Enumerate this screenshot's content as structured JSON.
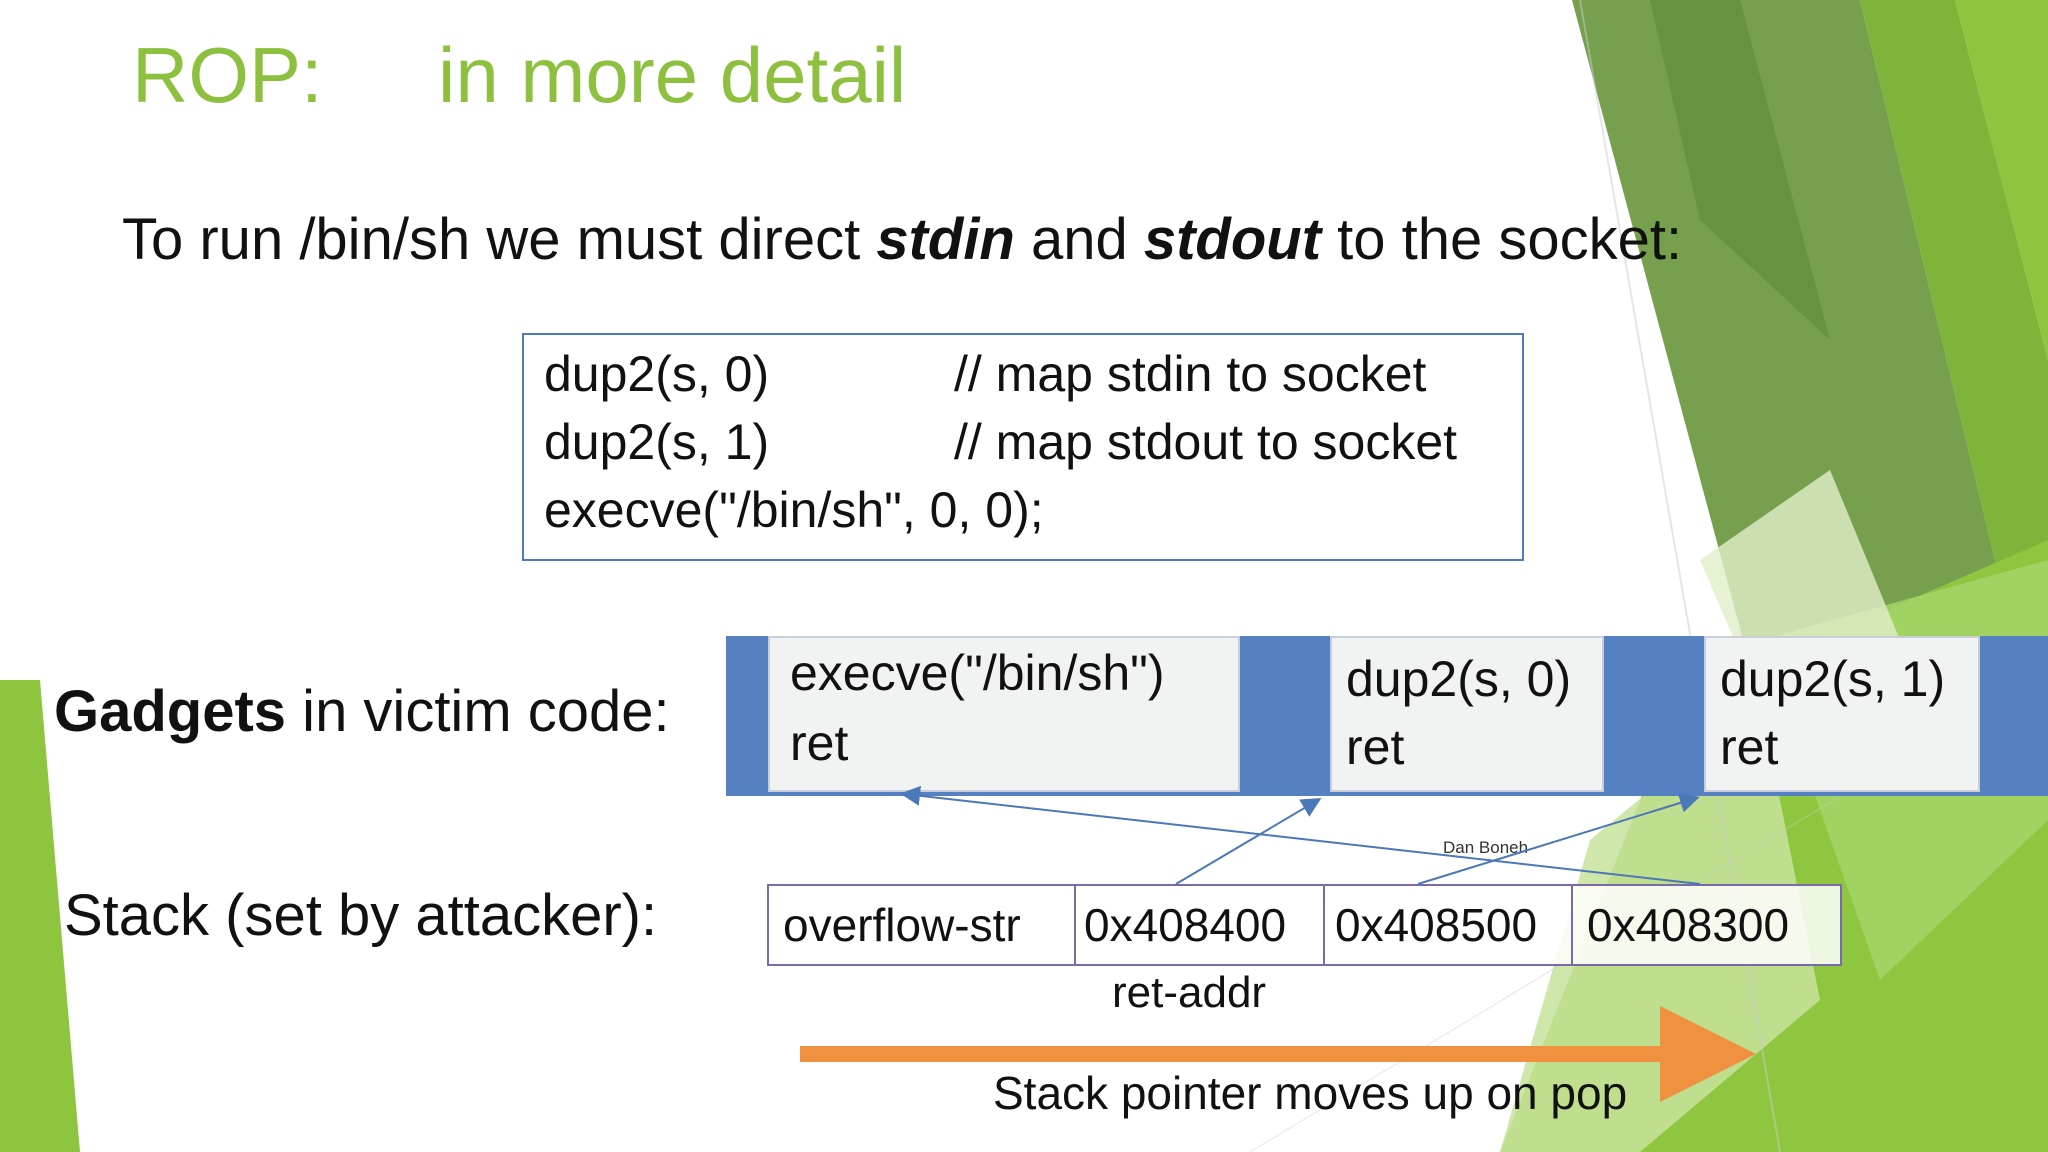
{
  "slide": {
    "title": {
      "part1": "ROP:",
      "part2": "in more detail"
    },
    "subtitle": {
      "pre": "To run /bin/sh we must direct ",
      "stdin": "stdin",
      "mid": " and ",
      "stdout": "stdout",
      "post": " to the socket:"
    },
    "code": [
      {
        "fn": "dup2(s, 0)",
        "comment": "// map stdin to socket"
      },
      {
        "fn": "dup2(s, 1)",
        "comment": "// map stdout to socket"
      },
      {
        "fn": "execve(\"/bin/sh\",  0,  0);",
        "comment": ""
      }
    ],
    "gadgets": {
      "label_bold": "Gadgets",
      "label_rest": " in victim code:",
      "items": [
        {
          "line1": "execve(\"/bin/sh\")",
          "line2": "ret"
        },
        {
          "line1": "dup2(s, 0)",
          "line2": "ret"
        },
        {
          "line1": "dup2(s, 1)",
          "line2": "ret"
        }
      ]
    },
    "stack": {
      "label": "Stack (set by attacker):",
      "cells": [
        "overflow-str",
        "0x408400",
        "0x408500",
        "0x408300"
      ],
      "ret_addr_label": "ret-addr"
    },
    "credit": "Dan Boneh",
    "stack_pointer_label": "Stack pointer moves up on pop"
  },
  "colors": {
    "title_green": "#8dc03f",
    "gadget_blue": "#5581c2",
    "arrow_blue": "#4a78b8",
    "orange": "#f0913f",
    "stack_border": "#7a6aa9"
  }
}
